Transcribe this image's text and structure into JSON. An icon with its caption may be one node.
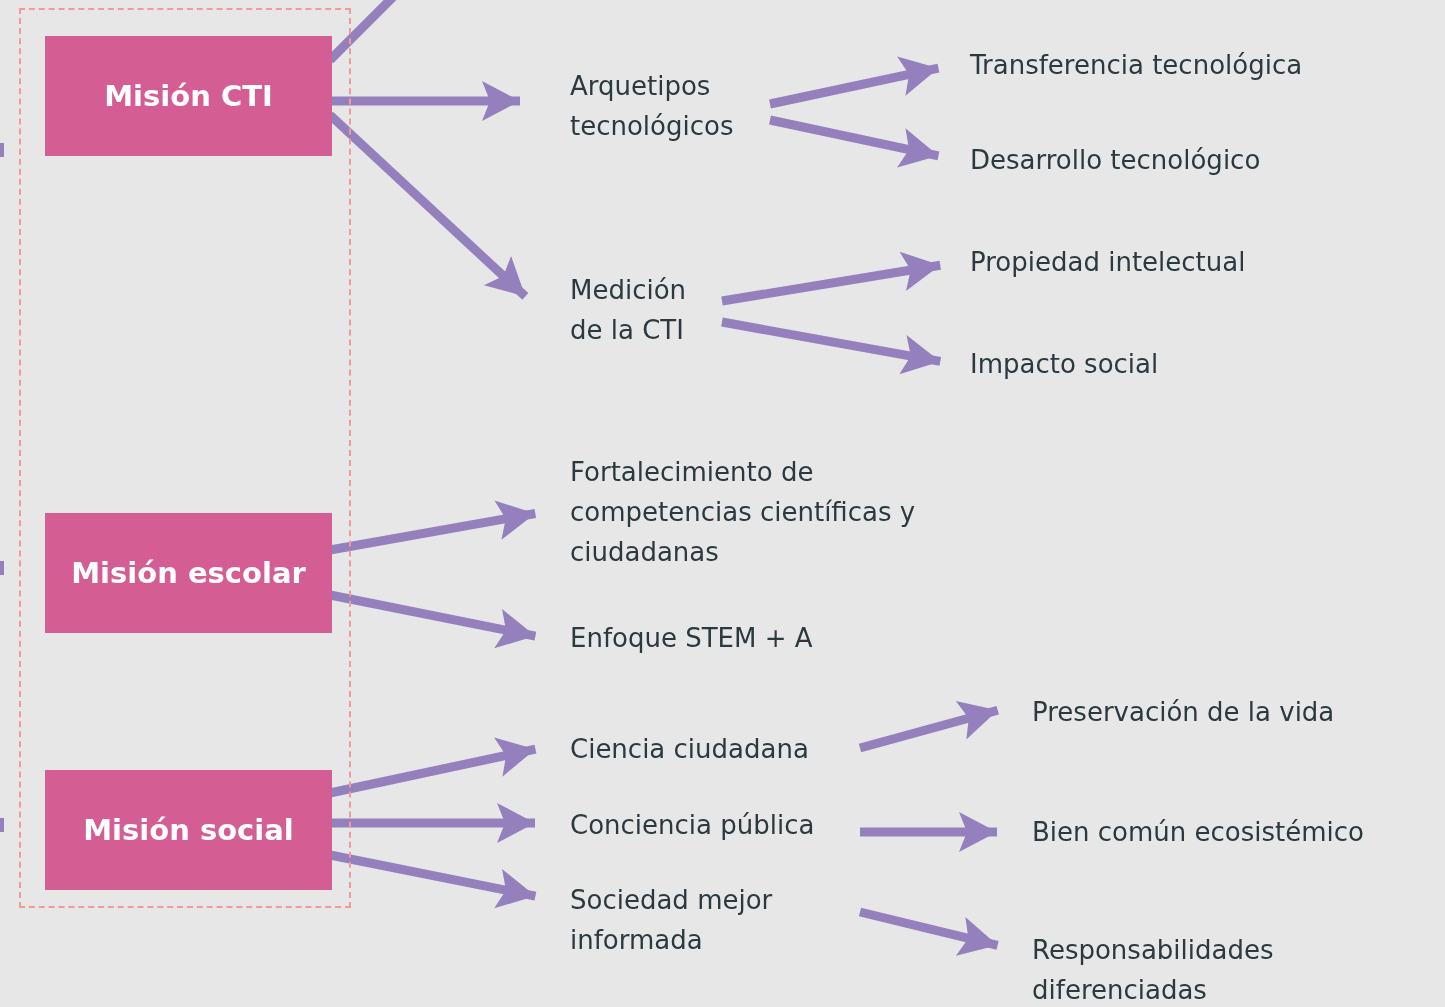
{
  "diagram": {
    "nodes": [
      {
        "text": [],
        "shape": "box"
      },
      {
        "text": [
          "Misión CTI"
        ],
        "in": 0
      },
      {
        "text": [
          "Misión escolar"
        ],
        "in": 0
      },
      {
        "text": [
          "Misión social"
        ],
        "in": 0
      },
      {
        "text": [
          "Arquetipos tecnológicos"
        ]
      },
      {
        "text": [
          "Transferencia tecnológica"
        ]
      },
      {
        "text": [
          "Desarrollo tecnológico"
        ]
      },
      {
        "text": [
          "Medición de la CTI"
        ]
      },
      {
        "text": [
          "Propiedad intelectual"
        ]
      },
      {
        "text": [
          "Impacto social"
        ]
      },
      {
        "text": [
          "Fortalecimiento de competencias científicas y ciudadanas"
        ]
      },
      {
        "text": [
          "Enfoque STEM + A"
        ]
      },
      {
        "text": [
          "Ciencia ciudadana"
        ]
      },
      {
        "text": [
          "Preservación de la vida"
        ]
      },
      {
        "text": [
          "Conciencia pública"
        ]
      },
      {
        "text": [
          "Bien común ecosistémico"
        ]
      },
      {
        "text": [
          "Sociedad mejor informada"
        ]
      },
      {
        "text": [
          "Responsabilidades diferenciadas"
        ]
      }
    ],
    "edges": [
      {
        "from": 1,
        "to": 4,
        "arrow": "to"
      },
      {
        "from": 1,
        "to": 7,
        "arrow": "to"
      },
      {
        "from": 4,
        "to": 5,
        "arrow": "to"
      },
      {
        "from": 4,
        "to": 6,
        "arrow": "to"
      },
      {
        "from": 7,
        "to": 8,
        "arrow": "to"
      },
      {
        "from": 7,
        "to": 9,
        "arrow": "to"
      },
      {
        "from": 2,
        "to": 10,
        "arrow": "to"
      },
      {
        "from": 2,
        "to": 11,
        "arrow": "to"
      },
      {
        "from": 3,
        "to": 12,
        "arrow": "to"
      },
      {
        "from": 3,
        "to": 14,
        "arrow": "to"
      },
      {
        "from": 3,
        "to": 16,
        "arrow": "to"
      },
      {
        "from": 12,
        "to": 13,
        "arrow": "to"
      },
      {
        "from": 14,
        "to": 15,
        "arrow": "to"
      },
      {
        "from": 16,
        "to": 17,
        "arrow": "to"
      },
      {
        "from": 1,
        "to": null,
        "arrow": "none"
      }
    ]
  }
}
